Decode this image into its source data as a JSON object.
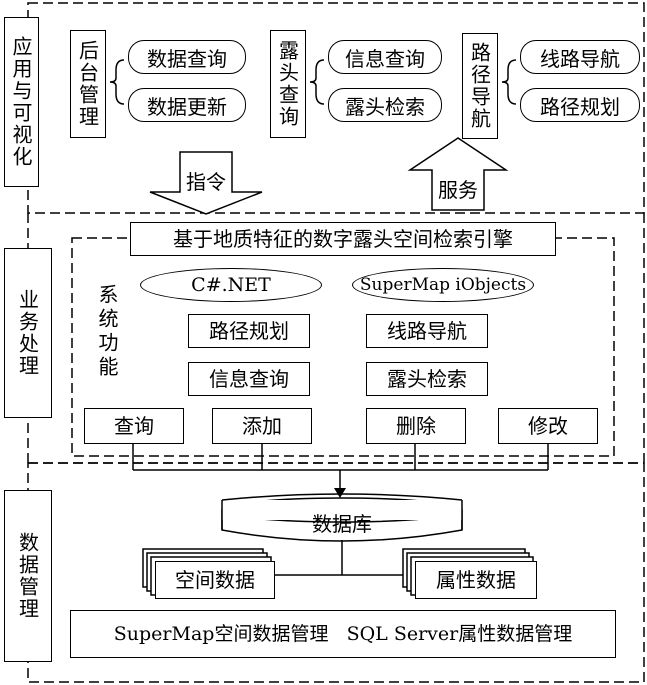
{
  "layers": {
    "application": "应用与可视化",
    "business": "业务处理",
    "data_management": "数据管理"
  },
  "application_modules": [
    {
      "title": "后台管理",
      "items": [
        "数据查询",
        "数据更新"
      ]
    },
    {
      "title": "露头查询",
      "items": [
        "信息查询",
        "露头检索"
      ]
    },
    {
      "title": "路径导航",
      "items": [
        "线路导航",
        "路径规划"
      ]
    }
  ],
  "arrows": {
    "down": "指令",
    "up": "服务"
  },
  "engine": {
    "title": "基于地质特征的数字露头空间检索引擎",
    "platforms": [
      "C#.NET",
      "SuperMap iObjects"
    ],
    "system_function_label": "系统功能",
    "functions_left": [
      "路径规划",
      "信息查询"
    ],
    "functions_right": [
      "线路导航",
      "露头检索"
    ],
    "operations": [
      "查询",
      "添加",
      "删除",
      "修改"
    ]
  },
  "database": {
    "label": "数据库",
    "spatial": "空间数据",
    "attribute": "属性数据",
    "management": "SuperMap空间数据管理   SQL Server属性数据管理"
  },
  "colors": {
    "line": "#000000",
    "background": "#ffffff"
  }
}
